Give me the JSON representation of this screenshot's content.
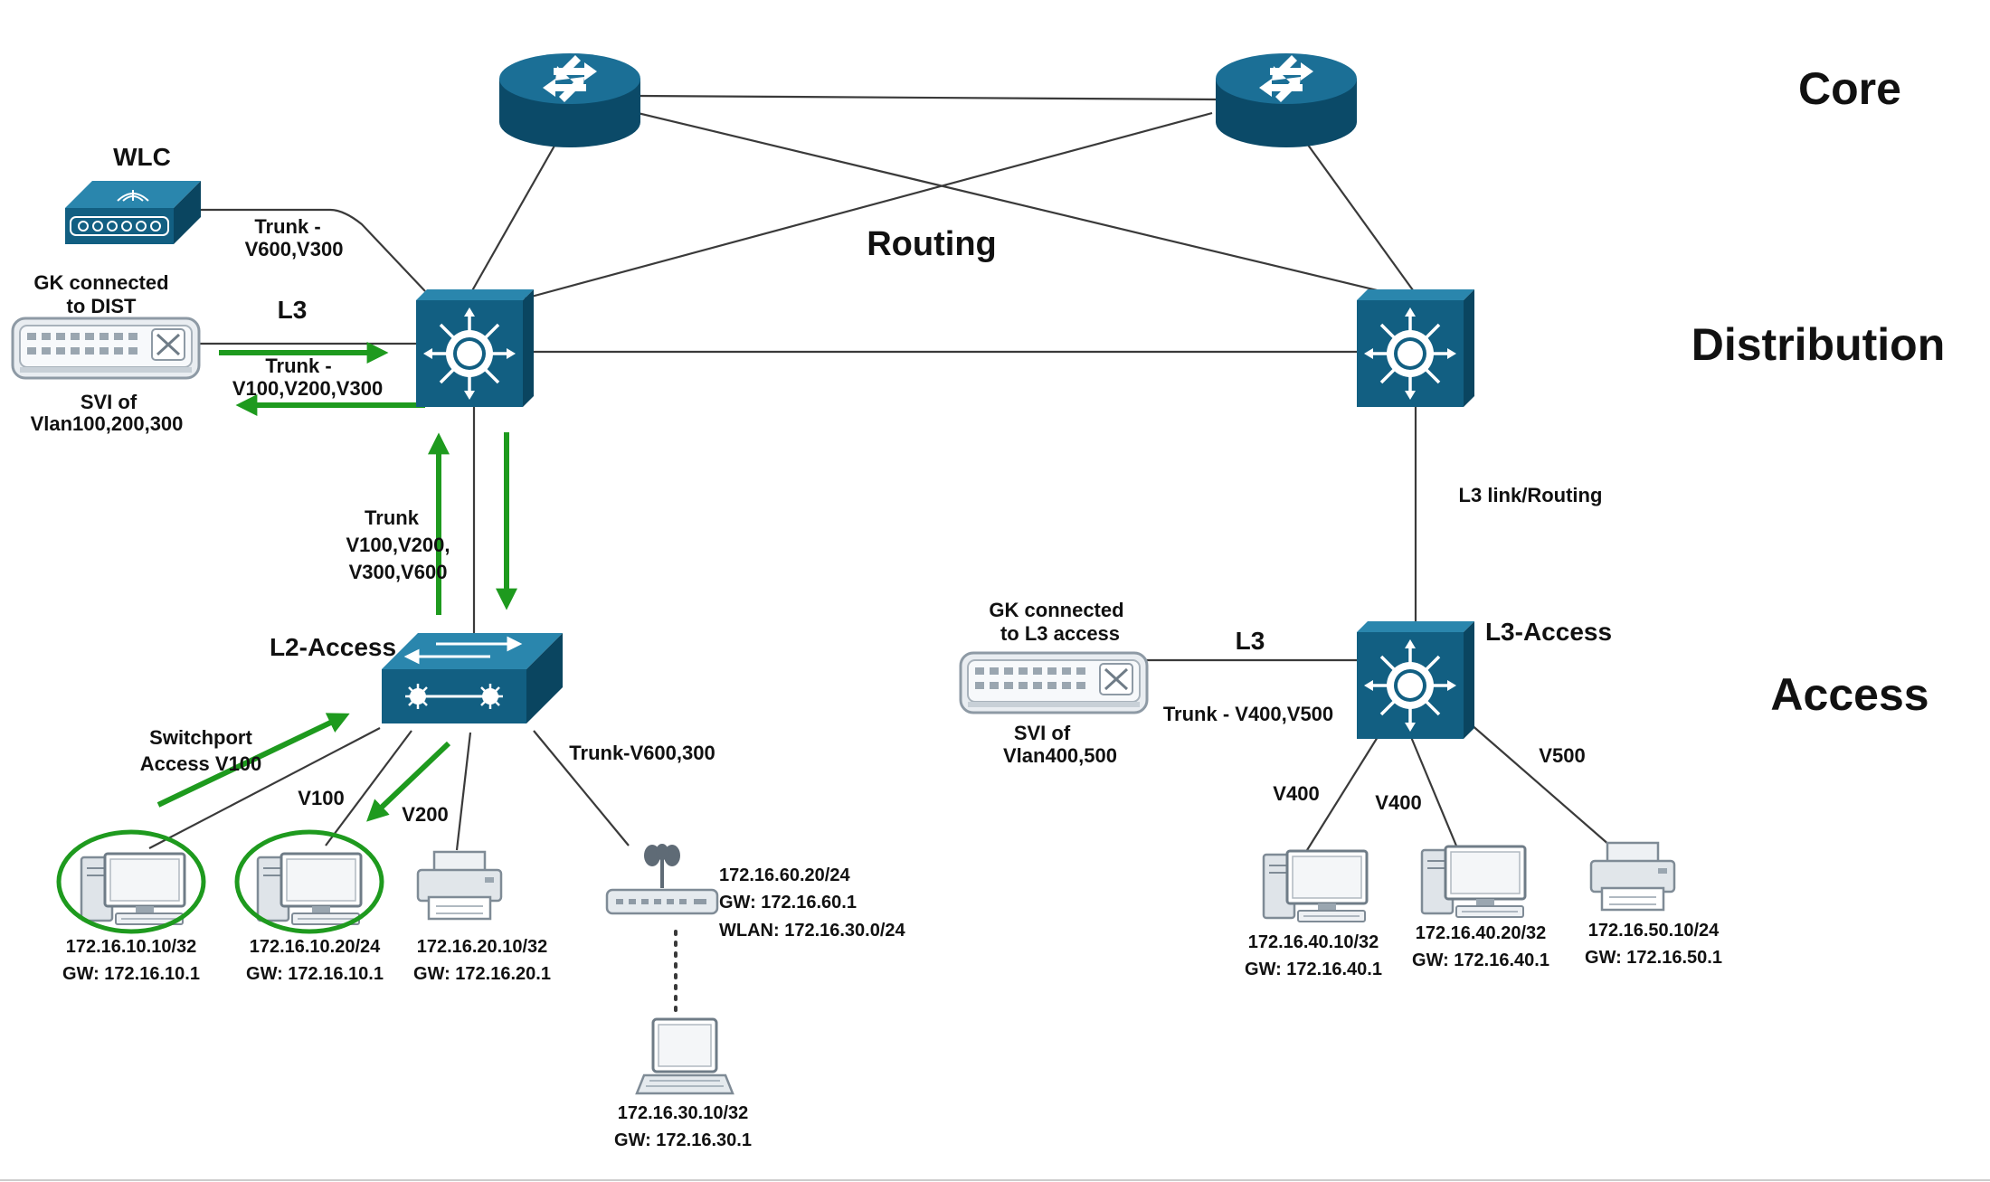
{
  "tiers": {
    "core": "Core",
    "distribution": "Distribution",
    "access": "Access"
  },
  "labels": {
    "routing": "Routing",
    "wlc": "WLC",
    "trunk_wlc_1": "Trunk -",
    "trunk_wlc_2": "V600,V300",
    "gk_dist_1": "GK connected",
    "gk_dist_2": "to DIST",
    "l3_left": "L3",
    "trunk_gk_1": "Trunk -",
    "trunk_gk_2": "V100,V200,V300",
    "svi_left_1": "SVI of",
    "svi_left_2": "Vlan100,200,300",
    "trunk_dist_1": "Trunk",
    "trunk_dist_2": "V100,V200,",
    "trunk_dist_3": "V300,V600",
    "l2_access": "L2-Access",
    "switchport_1": "Switchport",
    "switchport_2": "Access V100",
    "v100": "V100",
    "v200": "V200",
    "trunk_ap": "Trunk-V600,300",
    "l3_link": "L3 link/Routing",
    "gk_access_1": "GK connected",
    "gk_access_2": "to L3 access",
    "l3_right": "L3",
    "l3_access": "L3-Access",
    "trunk_gk_right": "Trunk - V400,V500",
    "svi_right_1": "SVI of",
    "svi_right_2": "Vlan400,500",
    "v400_a": "V400",
    "v400_b": "V400",
    "v500": "V500"
  },
  "hosts": {
    "pc1_ip": "172.16.10.10/32",
    "pc1_gw": "GW: 172.16.10.1",
    "pc2_ip": "172.16.10.20/24",
    "pc2_gw": "GW: 172.16.10.1",
    "printer1_ip": "172.16.20.10/32",
    "printer1_gw": "GW: 172.16.20.1",
    "ap_ip": "172.16.60.20/24",
    "ap_gw": "GW: 172.16.60.1",
    "ap_wlan": "WLAN: 172.16.30.0/24",
    "laptop_ip": "172.16.30.10/32",
    "laptop_gw": "GW: 172.16.30.1",
    "pc3_ip": "172.16.40.10/32",
    "pc3_gw": "GW: 172.16.40.1",
    "pc4_ip": "172.16.40.20/32",
    "pc4_gw": "GW: 172.16.40.1",
    "printer2_ip": "172.16.50.10/24",
    "printer2_gw": "GW: 172.16.50.1"
  },
  "colors": {
    "device_blue": "#0f5a7c",
    "arrow_green": "#1e9a1e"
  }
}
